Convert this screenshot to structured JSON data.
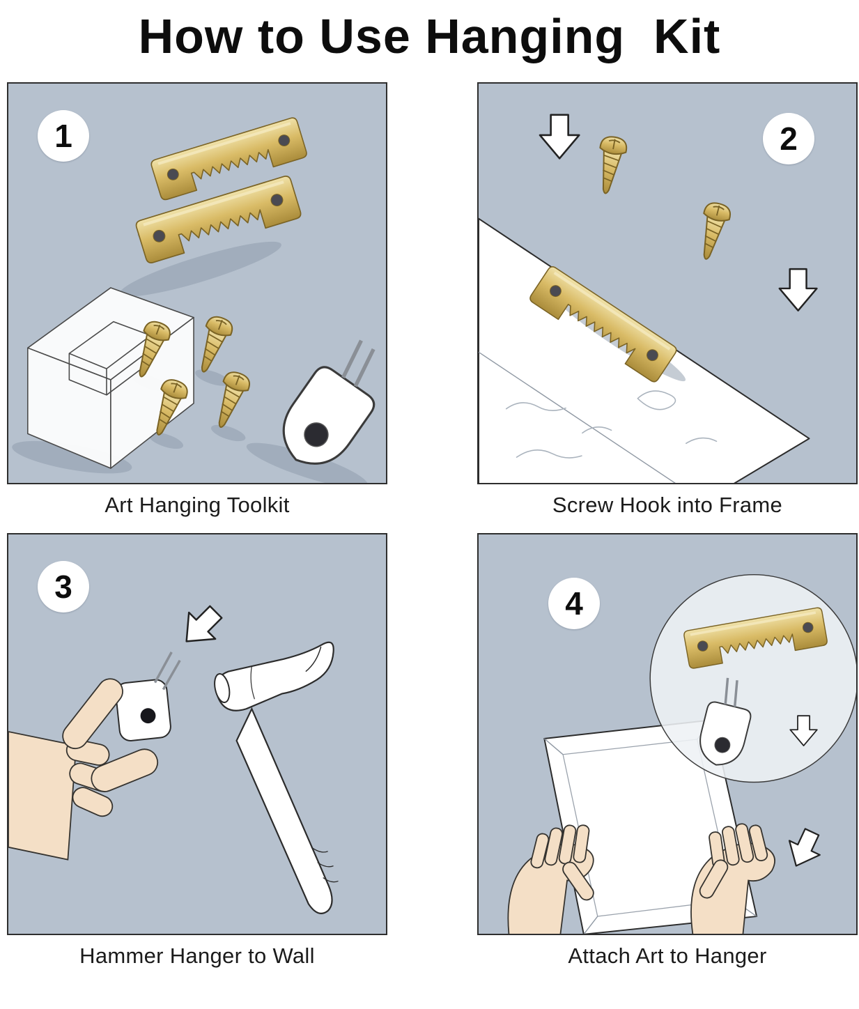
{
  "title": "How to Use Hanging  Kit",
  "steps": [
    {
      "number": "1",
      "caption": "Art Hanging Toolkit"
    },
    {
      "number": "2",
      "caption": "Screw Hook into Frame"
    },
    {
      "number": "3",
      "caption": "Hammer Hanger to Wall"
    },
    {
      "number": "4",
      "caption": "Attach Art to Hanger"
    }
  ],
  "colors": {
    "panel_bg": "#b6c1ce",
    "brass": "#d9bb66",
    "brass_dark": "#7a6325",
    "skin": "#f4dfc6",
    "outline": "#2b2b2b",
    "shadow": "#8b99a9",
    "magnifier_bg": "#eef1f5"
  }
}
